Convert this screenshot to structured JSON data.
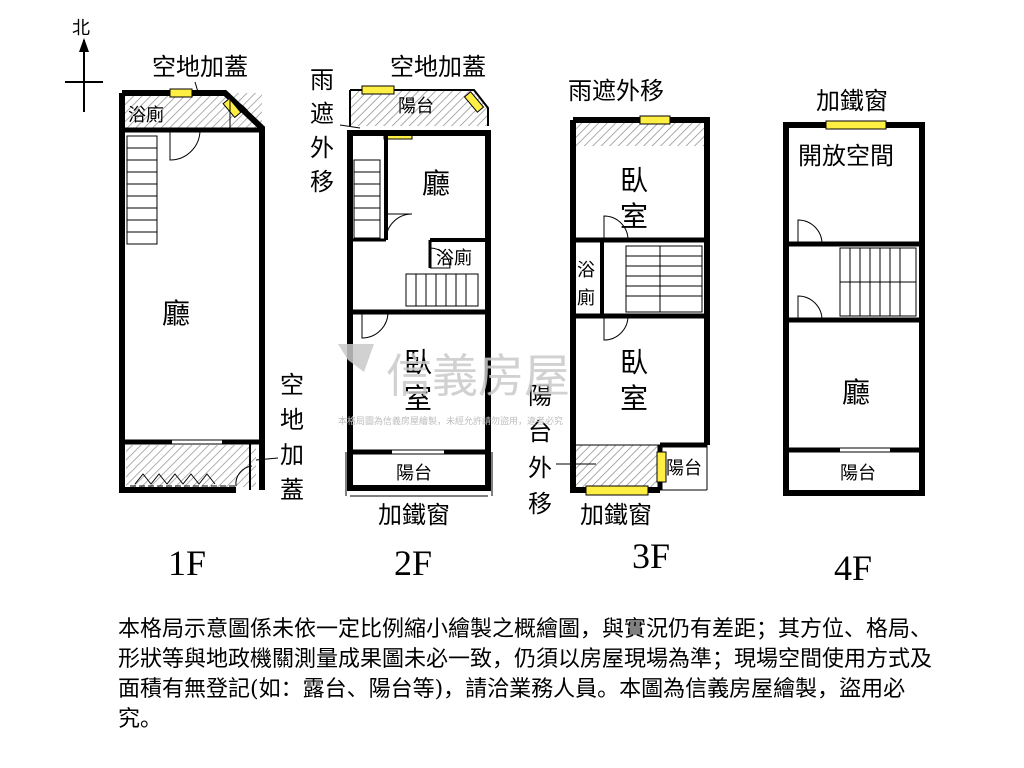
{
  "compass": {
    "north": "北"
  },
  "floors": [
    {
      "id": "1F",
      "label": "1F",
      "rooms": {
        "living": "廳",
        "bath": "浴廁"
      },
      "notes": {
        "roof_top": "空地加蓋",
        "roof_side": [
          "空",
          "地",
          "加",
          "蓋"
        ]
      }
    },
    {
      "id": "2F",
      "label": "2F",
      "rooms": {
        "balcony_top": "陽台",
        "living": "廳",
        "bath": "浴廁",
        "bedroom": [
          "臥",
          "室"
        ],
        "balcony_bottom": "陽台"
      },
      "notes": {
        "roof_top": "空地加蓋",
        "awning": [
          "雨",
          "遮",
          "外",
          "移"
        ],
        "iron_window": "加鐵窗"
      }
    },
    {
      "id": "3F",
      "label": "3F",
      "rooms": {
        "bedroom_top": [
          "臥",
          "室"
        ],
        "bath": [
          "浴",
          "廁"
        ],
        "bedroom_bottom": [
          "臥",
          "室"
        ],
        "balcony": "陽台"
      },
      "notes": {
        "awning": "雨遮外移",
        "balcony_moved": [
          "陽",
          "台",
          "外",
          "移"
        ],
        "iron_window": "加鐵窗"
      }
    },
    {
      "id": "4F",
      "label": "4F",
      "rooms": {
        "open_space": "開放空間",
        "living": "廳",
        "balcony": "陽台"
      },
      "notes": {
        "iron_window": "加鐵窗"
      }
    }
  ],
  "watermark": {
    "brand": "信義房屋",
    "sub": "本格局圖為信義房屋繪製，未經允許請勿盜用，違者必究"
  },
  "disclaimer": "本格局示意圖係未依一定比例縮小繪製之概繪圖，與實況仍有差距；其方位、格局、形狀等與地政機關測量成果圖未必一致，仍須以房屋現場為準；現場空間使用方式及面積有無登記(如：露台、陽台等)，請洽業務人員。本圖為信義房屋繪製，盜用必究。",
  "colors": {
    "wall": "#000000",
    "window": "#ffee44",
    "hatch": "#888888",
    "watermark": "#c9c9c9"
  }
}
